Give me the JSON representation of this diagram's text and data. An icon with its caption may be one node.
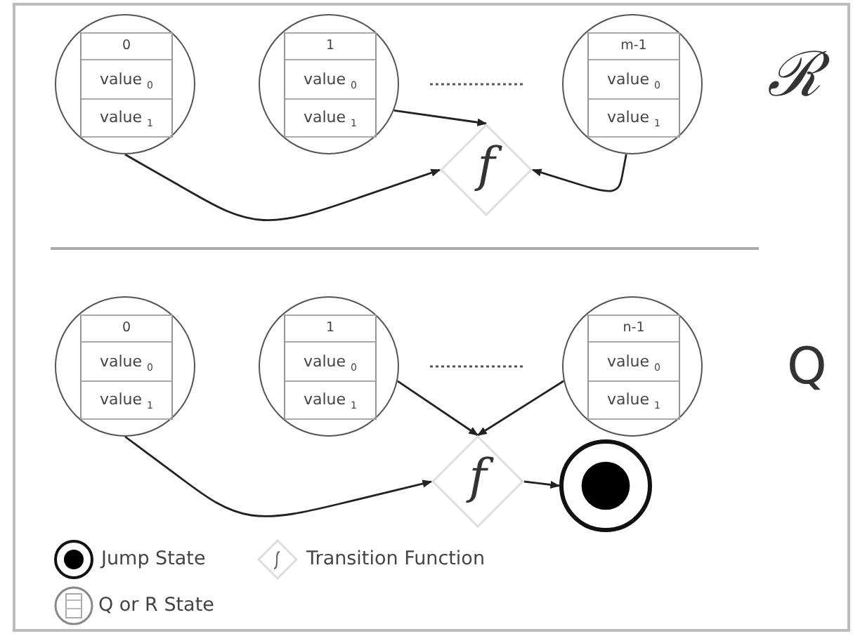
{
  "diagram": {
    "nodes": [
      {
        "text": [
          "0",
          "value $_{0}$",
          "value $_{1}$"
        ]
      },
      {
        "text": [
          "1",
          "value $_{0}$",
          "value $_{1}$"
        ]
      },
      {
        "text": [
          "m-1",
          "value $_{0}$",
          "value $_{1}$"
        ]
      },
      {
        "text": [
          "f"
        ]
      },
      {
        "text": [
          "0",
          "value $_{0}$",
          "value $_{1}$"
        ]
      },
      {
        "text": [
          "1",
          "value $_{0}$",
          "value $_{1}$"
        ]
      },
      {
        "text": [
          "n-1",
          "value $_{0}$",
          "value $_{1}$"
        ]
      },
      {
        "text": [
          "f"
        ]
      },
      {
        "text": [],
        "shape": "circle"
      }
    ],
    "edges": [
      {
        "from": 0,
        "to": 3,
        "arrow": "to"
      },
      {
        "from": 1,
        "to": 3,
        "arrow": "to"
      },
      {
        "from": 2,
        "to": 3,
        "arrow": "to"
      },
      {
        "from": 4,
        "to": 7,
        "arrow": "to"
      },
      {
        "from": 5,
        "to": 7,
        "arrow": "to"
      },
      {
        "from": 6,
        "to": 7,
        "arrow": "to"
      },
      {
        "from": 7,
        "to": 8,
        "arrow": "to"
      }
    ],
    "labels": [
      "ℛ",
      "Q"
    ],
    "legend": [
      {
        "text": "Jump State"
      },
      {
        "text": "Transition Function"
      },
      {
        "text": "Q or R State"
      }
    ]
  }
}
